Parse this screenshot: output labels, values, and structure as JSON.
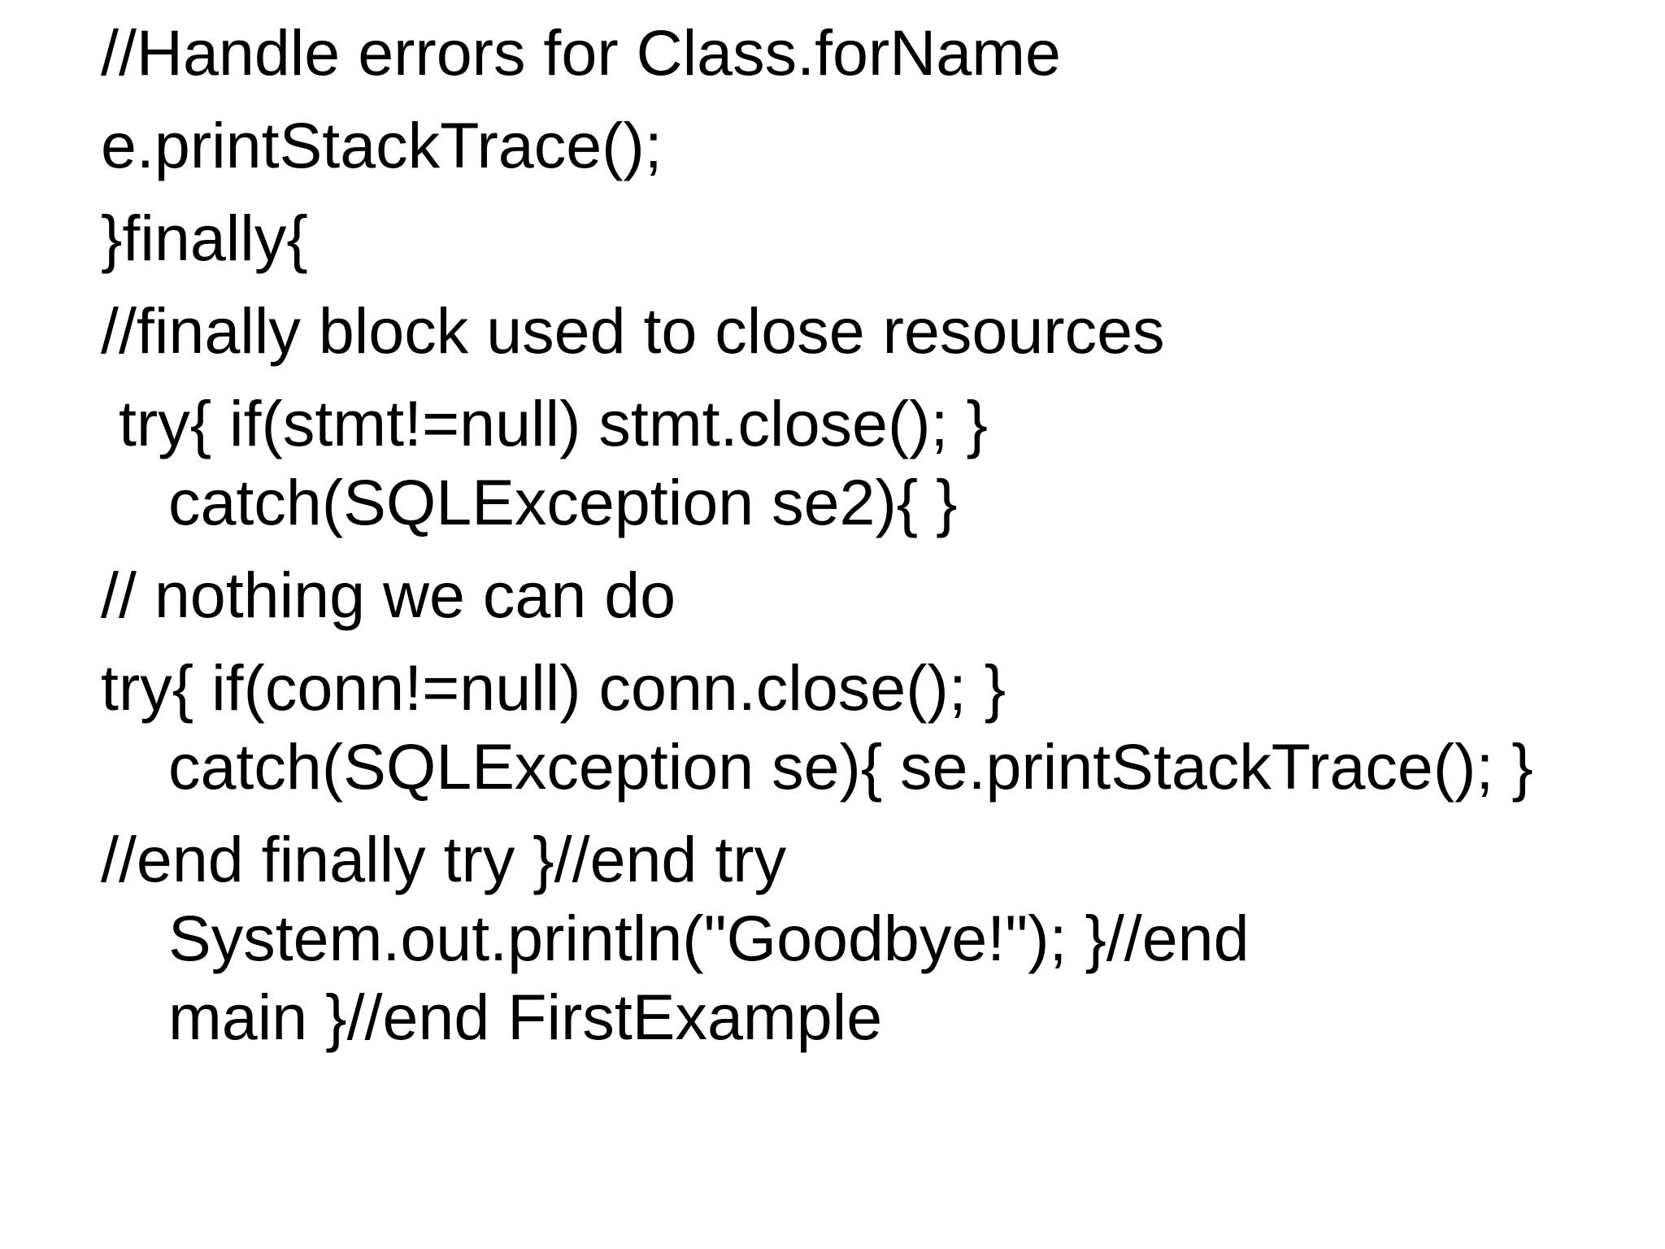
{
  "page": {
    "background_color": "#ffffff",
    "text_color": "#000000"
  },
  "code_block": {
    "paragraphs": [
      {
        "lines": [
          {
            "text": "//Handle errors for Class.forName",
            "indent": 0
          }
        ]
      },
      {
        "lines": [
          {
            "text": "e.printStackTrace();",
            "indent": 0
          }
        ]
      },
      {
        "lines": [
          {
            "text": "}finally{",
            "indent": 0
          }
        ]
      },
      {
        "lines": [
          {
            "text": "//finally block used to close resources",
            "indent": 0
          }
        ]
      },
      {
        "lines": [
          {
            "text": " try{ if(stmt!=null) stmt.close(); }",
            "indent": 0
          },
          {
            "text": "catch(SQLException se2){ }",
            "indent": 1
          }
        ]
      },
      {
        "lines": [
          {
            "text": "// nothing we can do",
            "indent": 0
          }
        ]
      },
      {
        "lines": [
          {
            "text": "try{ if(conn!=null) conn.close(); }",
            "indent": 0
          },
          {
            "text": "catch(SQLException se){ se.printStackTrace(); }",
            "indent": 1
          }
        ]
      },
      {
        "lines": [
          {
            "text": "//end finally try }//end try",
            "indent": 0
          },
          {
            "text": "System.out.println(\"Goodbye!\"); }//end",
            "indent": 1
          },
          {
            "text": "main }//end FirstExample",
            "indent": 1
          }
        ]
      }
    ]
  }
}
